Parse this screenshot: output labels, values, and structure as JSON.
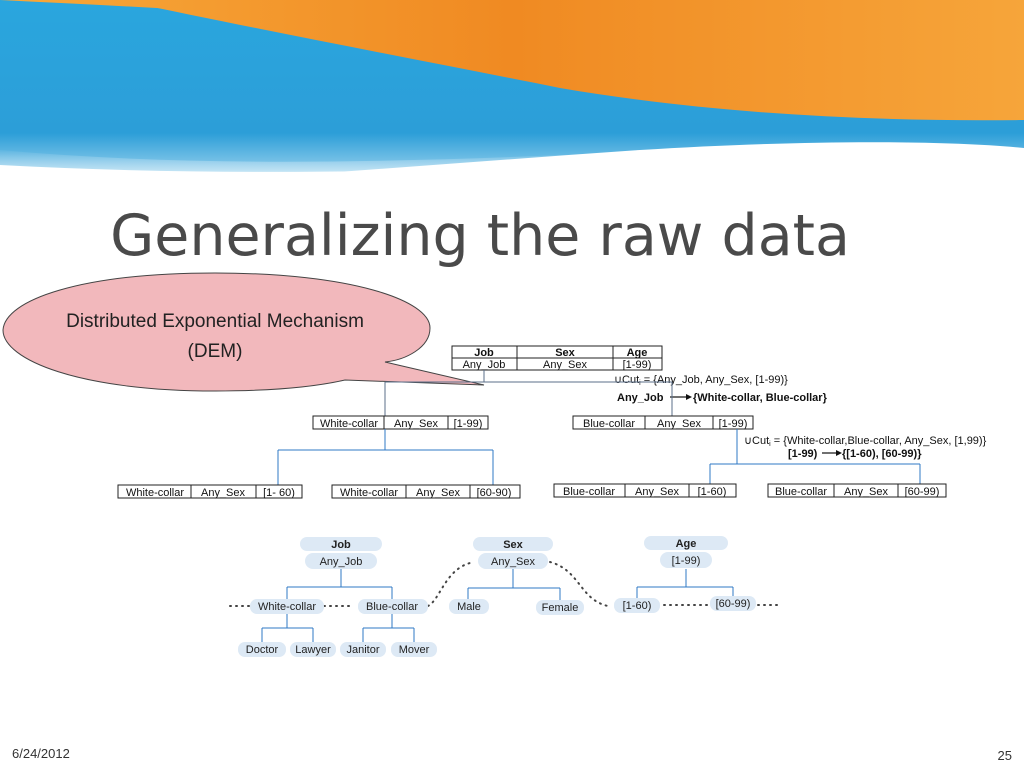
{
  "slide": {
    "title": "Generalizing the raw data",
    "date": "6/24/2012",
    "page_number": "25",
    "colors": {
      "blue": "#29a3dc",
      "orange": "#f39a2c",
      "callout_fill": "#f2b8bc",
      "tree_line": "#2f78c4",
      "node_fill": "#dde9f5"
    }
  },
  "callout": {
    "line1": "Distributed Exponential Mechanism",
    "line2": "(DEM)"
  },
  "spec_tree": {
    "root": {
      "headers": [
        "Job",
        "Sex",
        "Age"
      ],
      "cells": [
        "Any_Job",
        "Any_Sex",
        "[1-99)"
      ]
    },
    "cut1": "∪Cut",
    "cut1_sub": "i",
    "cut1_rest": " = {Any_Job, Any_Sex, [1-99)}",
    "spec1_from": "Any_Job",
    "spec1_to": "{White-collar, Blue-collar}",
    "level1": [
      {
        "cells": [
          "White-collar",
          "Any_Sex",
          "[1-99)"
        ]
      },
      {
        "cells": [
          "Blue-collar",
          "Any_Sex",
          "[1-99)"
        ]
      }
    ],
    "cut2": "∪Cut",
    "cut2_sub": "i",
    "cut2_rest": " = {White-collar,Blue-collar, Any_Sex, [1,99)}",
    "spec2_from": "[1-99)",
    "spec2_to": "{[1-60), [60-99)}",
    "level2": [
      {
        "cells": [
          "White-collar",
          "Any_Sex",
          "[1- 60)"
        ]
      },
      {
        "cells": [
          "White-collar",
          "Any_Sex",
          "[60-90)"
        ]
      },
      {
        "cells": [
          "Blue-collar",
          "Any_Sex",
          "[1-60)"
        ]
      },
      {
        "cells": [
          "Blue-collar",
          "Any_Sex",
          "[60-99)"
        ]
      }
    ]
  },
  "taxonomies": {
    "job": {
      "title": "Job",
      "root": "Any_Job",
      "children": [
        "White-collar",
        "Blue-collar"
      ],
      "leaves": [
        "Doctor",
        "Lawyer",
        "Janitor",
        "Mover"
      ]
    },
    "sex": {
      "title": "Sex",
      "root": "Any_Sex",
      "children": [
        "Male",
        "Female"
      ]
    },
    "age": {
      "title": "Age",
      "root": "[1-99)",
      "children": [
        "[1-60)",
        "[60-99)"
      ]
    }
  }
}
